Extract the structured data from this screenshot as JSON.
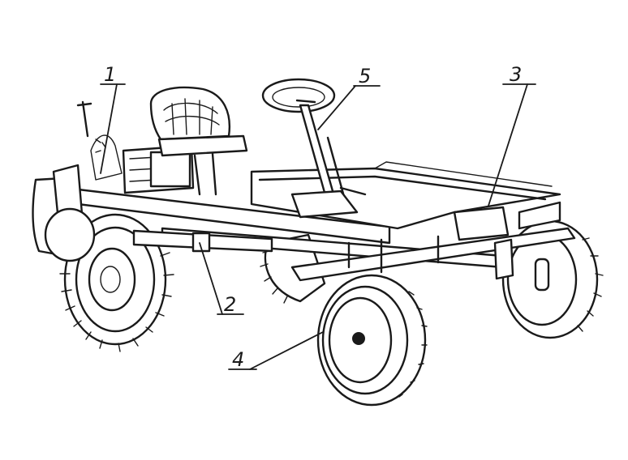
{
  "callouts": [
    {
      "id": "1",
      "label": "1"
    },
    {
      "id": "2",
      "label": "2"
    },
    {
      "id": "3",
      "label": "3"
    },
    {
      "id": "4",
      "label": "4"
    },
    {
      "id": "5",
      "label": "5"
    }
  ],
  "icons": {
    "main": "tractor-chassis-drawing-icon"
  },
  "colors": {
    "ink": "#1a1a1a",
    "paper": "#ffffff"
  }
}
